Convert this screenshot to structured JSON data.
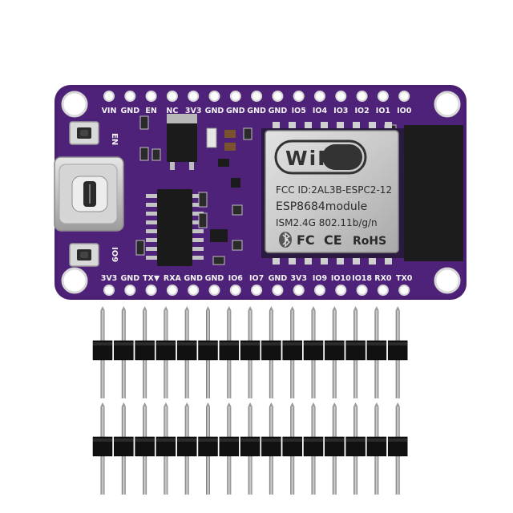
{
  "board": {
    "top_pins": [
      "VIN",
      "GND",
      "EN",
      "NC",
      "3V3",
      "GND",
      "GND",
      "GND",
      "GND",
      "IO5",
      "IO4",
      "IO3",
      "IO2",
      "IO1",
      "IO0"
    ],
    "bottom_pins": [
      "3V3",
      "GND",
      "TX▼",
      "RXA",
      "GND",
      "GND",
      "IO6",
      "IO7",
      "GND",
      "3V3",
      "IO9",
      "IO10",
      "IO18",
      "RX0",
      "TX0"
    ],
    "en_label": "EN",
    "io9_label": "IO9",
    "colors": {
      "pcb": "#4a1f73",
      "shield": "#c8c8c8",
      "pin_plastic": "#111111",
      "pin_metal": "#9a9a9a"
    }
  },
  "module": {
    "logo": "WiFi",
    "fcc": "FCC ID:2AL3B-ESPC2-12",
    "model": "ESP8684module",
    "spec": "ISM2.4G  802.11b/g/n",
    "marks": [
      "FC",
      "CE",
      "RoHS"
    ]
  },
  "headers": {
    "count": 2,
    "pins_per_header": 15
  }
}
